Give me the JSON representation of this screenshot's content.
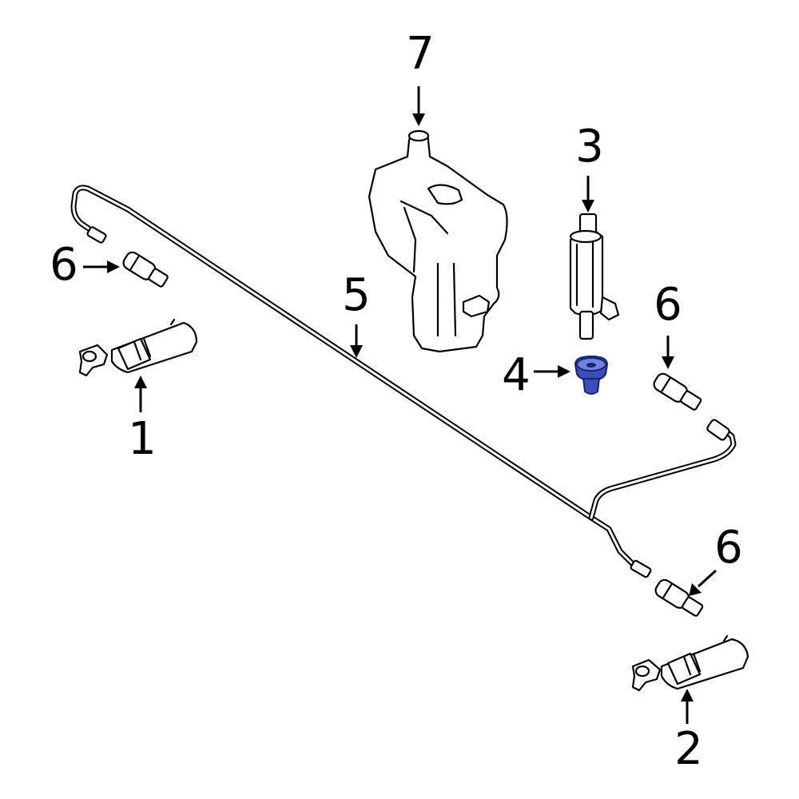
{
  "callouts": {
    "c1": "1",
    "c2": "2",
    "c3": "3",
    "c4": "4",
    "c5": "5",
    "c6a": "6",
    "c6b": "6",
    "c6c": "6",
    "c7": "7"
  },
  "colors": {
    "highlight": "#3a4db8",
    "highlight_light": "#6f82e0",
    "line": "#000000",
    "background": "#ffffff"
  }
}
